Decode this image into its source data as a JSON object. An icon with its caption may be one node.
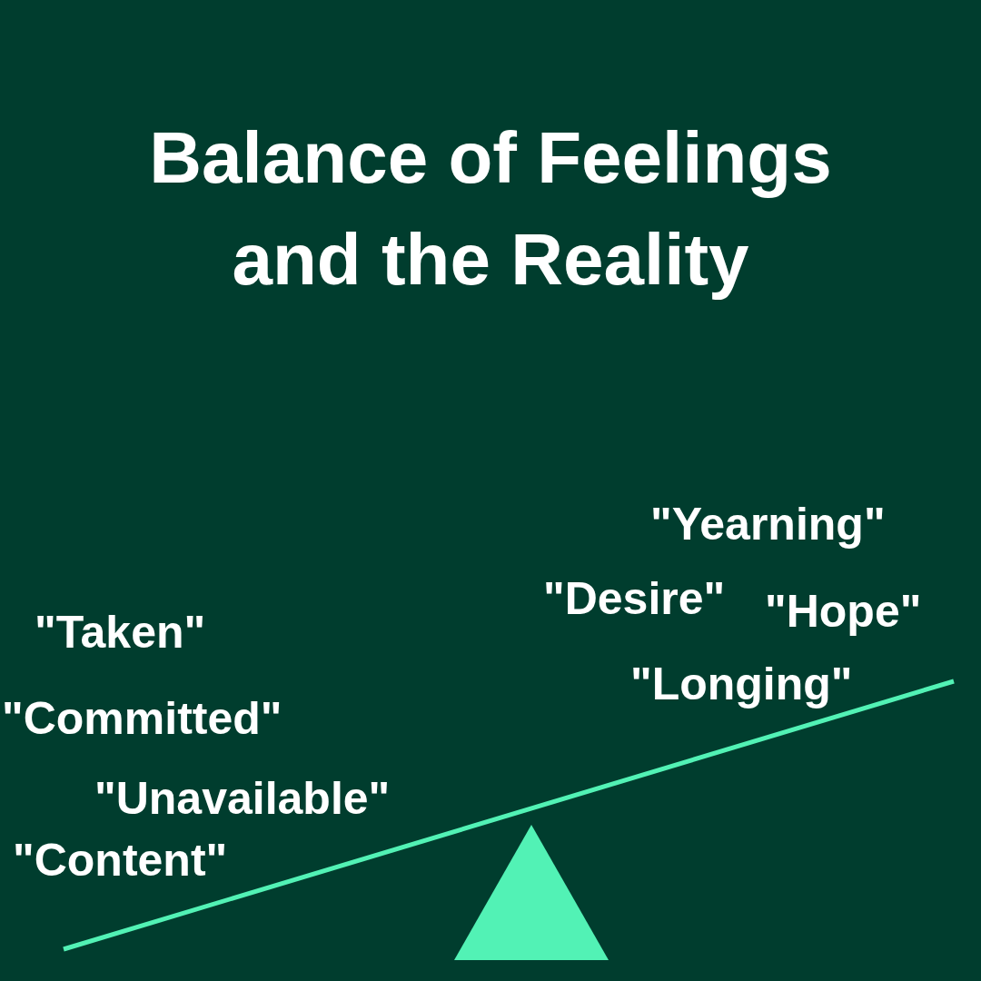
{
  "diagram": {
    "title": "Balance of Feelings and the Reality",
    "labels": [
      "\"Yearning\"",
      "\"Desire\"",
      "\"Hope\"",
      "\"Taken\"",
      "\"Longing\"",
      "\"Committed\"",
      "\"Unavailable\"",
      "\"Content\""
    ]
  }
}
